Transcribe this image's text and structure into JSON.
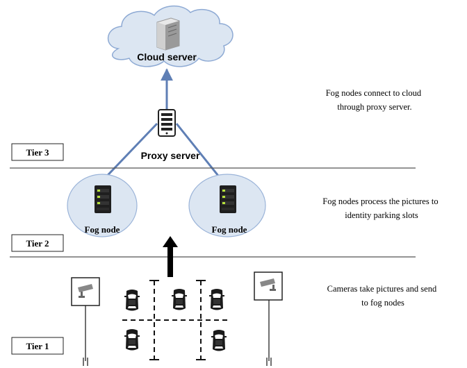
{
  "colors": {
    "cloud_fill": "#dce6f2",
    "cloud_stroke": "#8eaad4",
    "fog_fill": "#dce6f2",
    "fog_stroke": "#9ab3d8",
    "connector": "#5f7fb5",
    "tier_line": "#555555",
    "server_dark": "#1f1f1f",
    "server_light": "#e8e8e8",
    "led_green": "#b7e23a",
    "parking_line": "#111111"
  },
  "icons": {
    "cloud_server": "tower-server-icon",
    "proxy_server": "server-rack-icon",
    "fog_server": "server-rack-icon",
    "camera": "cctv-camera-icon",
    "car": "car-top-view-icon"
  },
  "cloud": {
    "label": "Cloud server"
  },
  "proxy": {
    "label": "Proxy server"
  },
  "fog_nodes": [
    {
      "label": "Fog node"
    },
    {
      "label": "Fog node"
    }
  ],
  "tiers": [
    {
      "label": "Tier 3"
    },
    {
      "label": "Tier 2"
    },
    {
      "label": "Tier 1"
    }
  ],
  "descriptions": {
    "tier3": [
      "Fog nodes connect to cloud",
      "through proxy server."
    ],
    "tier2": [
      "Fog nodes process the pictures to",
      "identity parking slots"
    ],
    "tier1": [
      "Cameras take pictures and send",
      "to fog nodes"
    ]
  }
}
